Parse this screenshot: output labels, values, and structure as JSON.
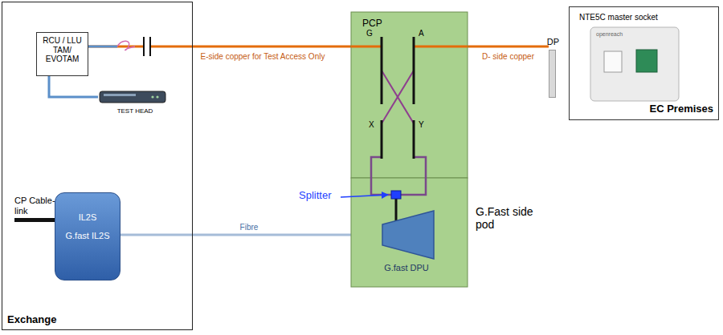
{
  "diagram": {
    "nodes": [
      {
        "text": [
          "Exchange"
        ]
      },
      {
        "text": [
          "RCU / LLU TAM/ EVOTAM"
        ],
        "in": 0
      },
      {
        "text": [
          "TEST HEAD"
        ],
        "in": 0
      },
      {
        "text": [
          "IL2S",
          "G.fast IL2S"
        ],
        "in": 0
      },
      {
        "text": [
          "PCP"
        ]
      },
      {
        "text": [
          "G.Fast side pod"
        ]
      },
      {
        "text": [
          "G.fast DPU"
        ],
        "in": 5
      },
      {
        "text": [
          "DP"
        ]
      },
      {
        "text": [
          "NTE5C master socket",
          "EC Premises"
        ]
      }
    ],
    "edges": [
      {
        "from": 1,
        "to": 2,
        "arrow": "none"
      },
      {
        "from": 1,
        "to": 4,
        "label": "E-side copper for Test Access Only",
        "arrow": "none"
      },
      {
        "from": 3,
        "to": 6,
        "label": "Fibre",
        "arrow": "none"
      },
      {
        "from": 4,
        "to": 7,
        "label": "D- side copper",
        "arrow": "none"
      }
    ],
    "labels": [
      "G",
      "A",
      "X",
      "Y",
      "Splitter",
      "CP Cable-link",
      "openreach"
    ]
  }
}
